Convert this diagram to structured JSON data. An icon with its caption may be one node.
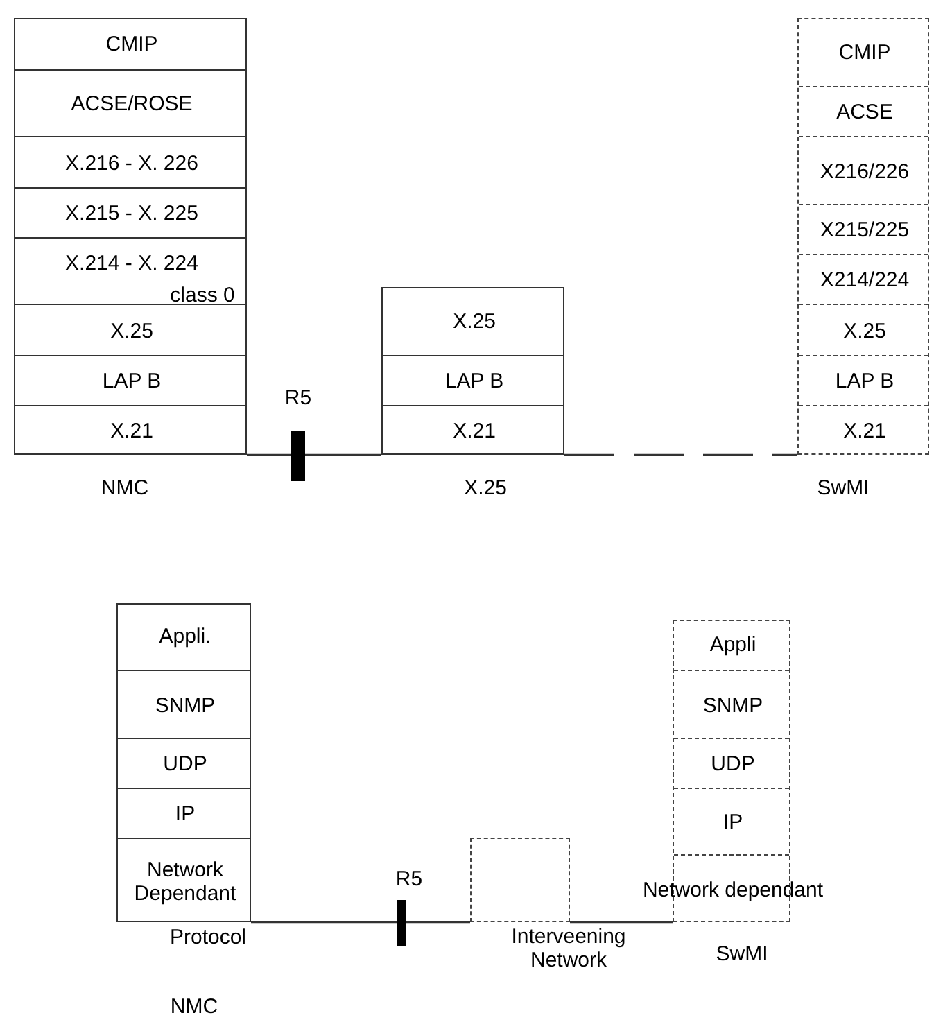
{
  "diagram": {
    "nodes": [
      {
        "text": [],
        "shape": "box",
        "beside": [
          "NMC"
        ]
      },
      {
        "text": [
          "CMIP"
        ],
        "in": 0
      },
      {
        "text": [
          "ACSE/ROSE"
        ],
        "in": 0
      },
      {
        "text": [
          "X.216 - X. 226"
        ],
        "in": 0
      },
      {
        "text": [
          "X.215 - X. 225"
        ],
        "in": 0
      },
      {
        "text": [
          "X.214 - X. 224",
          "class 0"
        ],
        "in": 0
      },
      {
        "text": [
          "X.25"
        ],
        "in": 0
      },
      {
        "text": [
          "LAP B"
        ],
        "in": 0
      },
      {
        "text": [
          "X.21"
        ],
        "in": 0
      },
      {
        "text": [],
        "shape": "box",
        "beside": [
          "X.25"
        ]
      },
      {
        "text": [
          "X.25"
        ],
        "in": 9
      },
      {
        "text": [
          "LAP B"
        ],
        "in": 9
      },
      {
        "text": [
          "X.21"
        ],
        "in": 9
      },
      {
        "text": [],
        "shape": "box",
        "beside": [
          "SwMI"
        ]
      },
      {
        "text": [
          "CMIP"
        ],
        "in": 13
      },
      {
        "text": [
          "ACSE"
        ],
        "in": 13
      },
      {
        "text": [
          "X216/226"
        ],
        "in": 13
      },
      {
        "text": [
          "X215/225"
        ],
        "in": 13
      },
      {
        "text": [
          "X214/224"
        ],
        "in": 13
      },
      {
        "text": [
          "X.25"
        ],
        "in": 13
      },
      {
        "text": [
          "LAP B"
        ],
        "in": 13
      },
      {
        "text": [
          "X.21"
        ],
        "in": 13
      },
      {
        "text": [],
        "shape": "box",
        "beside": [
          "NMC"
        ]
      },
      {
        "text": [
          "Appli."
        ],
        "in": 22
      },
      {
        "text": [
          "SNMP"
        ],
        "in": 22
      },
      {
        "text": [
          "UDP"
        ],
        "in": 22
      },
      {
        "text": [
          "IP"
        ],
        "in": 22
      },
      {
        "text": [
          "Network Dependant"
        ],
        "in": 22,
        "beside": [
          "Protocol"
        ]
      },
      {
        "text": [],
        "shape": "box",
        "beside": [
          "Interveening Network"
        ]
      },
      {
        "text": [],
        "shape": "box",
        "beside": [
          "SwMI"
        ]
      },
      {
        "text": [
          "Appli"
        ],
        "in": 29
      },
      {
        "text": [
          "SNMP"
        ],
        "in": 29
      },
      {
        "text": [
          "UDP"
        ],
        "in": 29
      },
      {
        "text": [
          "IP"
        ],
        "in": 29
      },
      {
        "text": [
          "Network dependant"
        ],
        "in": 29
      }
    ],
    "edges": [
      {
        "from": 0,
        "to": 9,
        "arrow": "none"
      },
      {
        "from": 9,
        "to": 13,
        "arrow": "none",
        "style": "dashed"
      },
      {
        "from": 22,
        "to": 28,
        "arrow": "none"
      },
      {
        "from": 28,
        "to": 29,
        "arrow": "none"
      }
    ],
    "labels": [
      "R5",
      "R5"
    ]
  }
}
